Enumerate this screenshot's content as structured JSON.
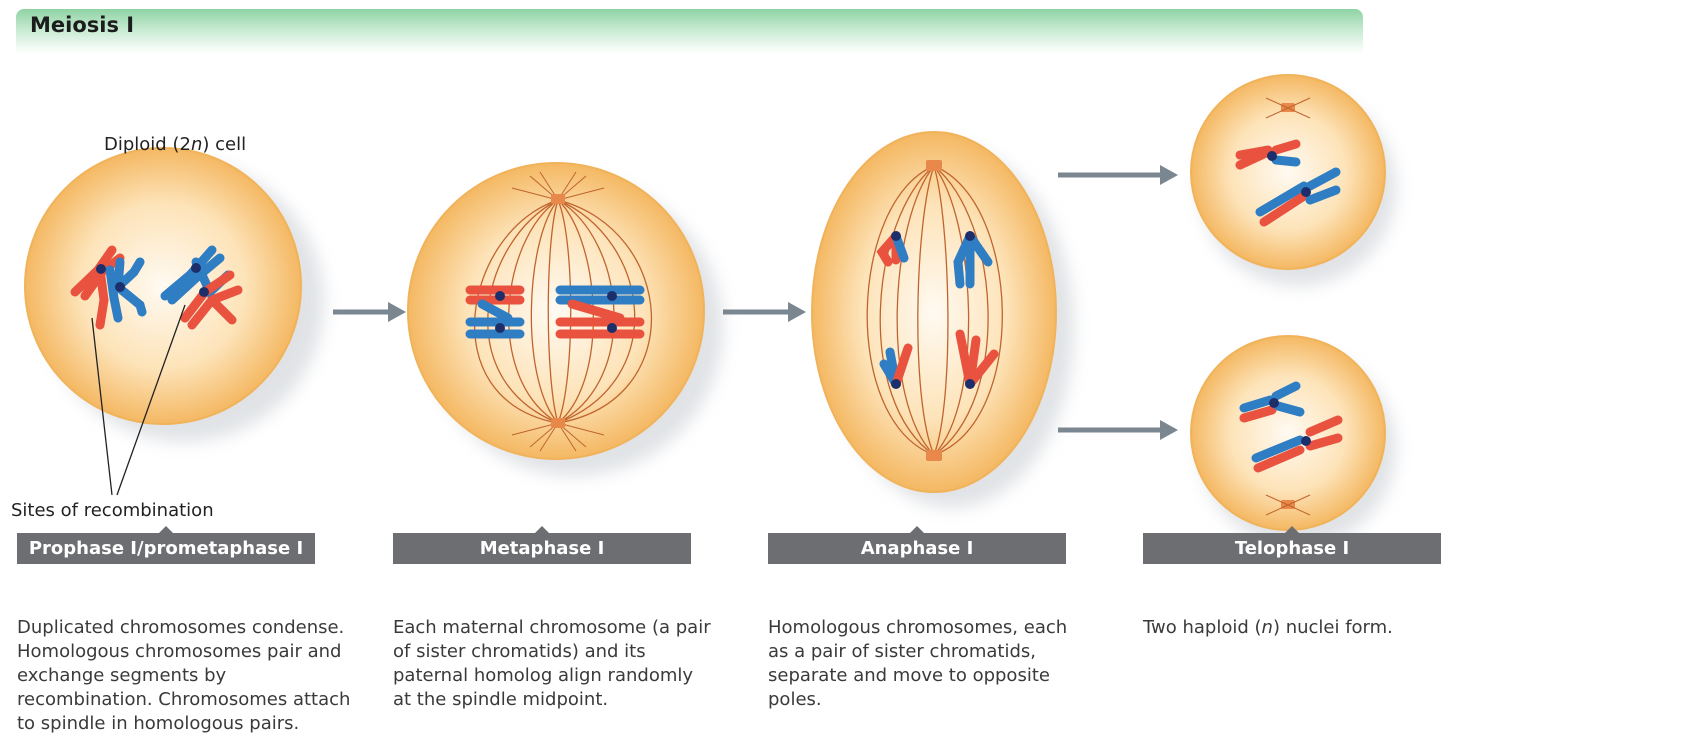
{
  "banner": {
    "title": "Meiosis I"
  },
  "labels": {
    "diploid_pre": "Diploid (2",
    "diploid_n": "n",
    "diploid_post": ") cell",
    "recombination": "Sites of recombination"
  },
  "stages": [
    {
      "title": "Prophase I/prometaphase I",
      "desc": "Duplicated chromosomes condense. Homologous chromosomes pair and exchange segments by recombination. Chromosomes attach to spindle in homologous pairs."
    },
    {
      "title": "Metaphase I",
      "desc": "Each maternal chromosome (a pair of sister chromatids) and its paternal homolog align randomly at the spindle midpoint."
    },
    {
      "title": "Anaphase I",
      "desc": "Homologous chromosomes, each as a pair of sister chromatids, separate and move to opposite poles."
    },
    {
      "title": "Telophase I",
      "desc_pre": "Two haploid (",
      "desc_n": "n",
      "desc_post": ") nuclei form."
    }
  ],
  "colors": {
    "maternal": "#e8523f",
    "paternal": "#2f7ec4",
    "cell": "#f7c27a",
    "arrow": "#7a8690",
    "label_box": "#6d6e71"
  }
}
